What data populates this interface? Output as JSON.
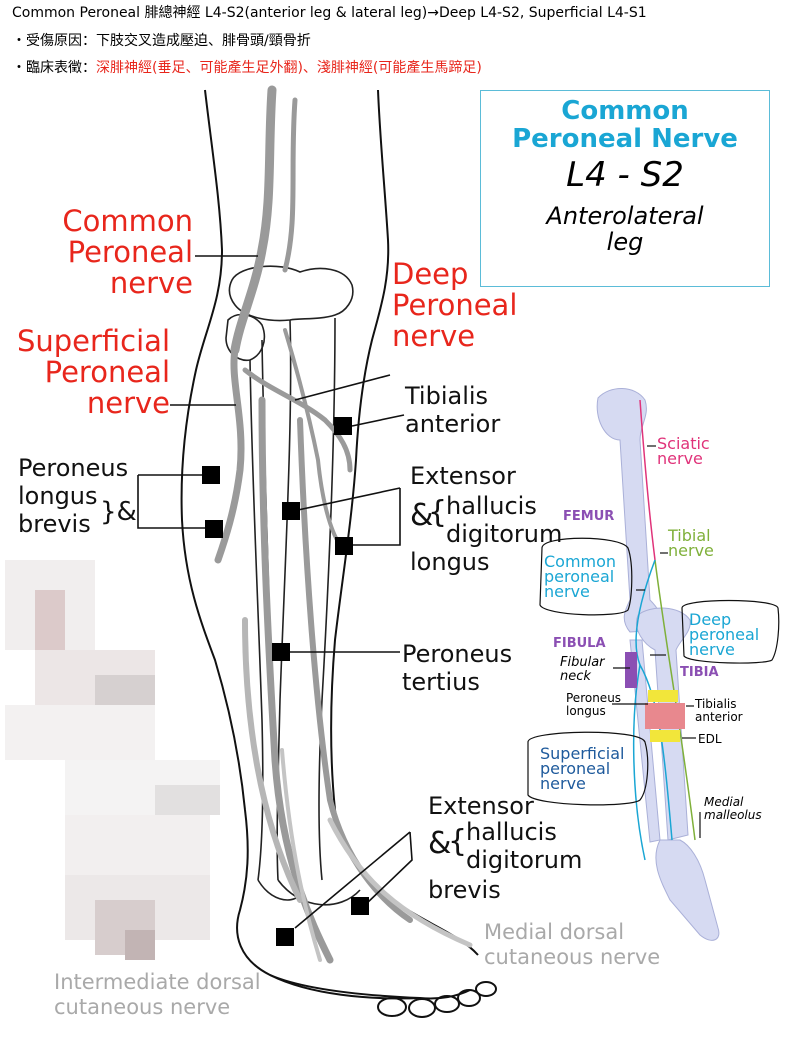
{
  "header": {
    "line1": "Common Peroneal 腓總神經 L4-S2(anterior leg & lateral leg)→Deep L4-S2, Superficial L4-S1",
    "line2": "・受傷原因：下肢交叉造成壓迫、腓骨頭/頸骨折",
    "line3_prefix": "・臨床表徵：",
    "line3_red": "深腓神經(垂足、可能產生足外翻)、淺腓神經(可能產生馬蹄足)"
  },
  "title_box": {
    "title": "Common Peroneal Nerve",
    "level": "L4 - S2",
    "region": "Anterolateral leg"
  },
  "main_labels": {
    "common_peroneal": "Common Peroneal nerve",
    "deep_peroneal": "Deep Peroneal nerve",
    "superficial_peroneal": "Superficial Peroneal nerve",
    "tibialis_anterior": "Tibialis anterior",
    "extensor_longus": "Extensor",
    "hallucis": "hallucis",
    "digitorum": "digitorum",
    "longus": "longus",
    "amp": "&",
    "brace": "{",
    "peroneus_longus_brevis": "Peroneus longus brevis",
    "peroneus_amp": "}&",
    "peroneus_tertius": "Peroneus tertius",
    "extensor_brevis_a": "Extensor",
    "hallucis_b": "hallucis",
    "digitorum_b": "digitorum",
    "brevis": "brevis",
    "medial_dorsal": "Medial dorsal cutaneous nerve",
    "intermediate_dorsal": "Intermediate dorsal cutaneous nerve"
  },
  "inset": {
    "sciatic": "Sciatic nerve",
    "femur": "FEMUR",
    "tibial": "Tibial nerve",
    "common_peroneal": "Common peroneal nerve",
    "deep_peroneal": "Deep peroneal nerve",
    "fibula": "FIBULA",
    "fibular_neck": "Fibular neck",
    "tibia": "TIBIA",
    "peroneus_longus": "Peroneus longus",
    "tibialis_anterior": "Tibialis anterior",
    "edl": "EDL",
    "superficial_peroneal": "Superficial peroneal nerve",
    "medial_malleolus": "Medial malleolus"
  },
  "colors": {
    "red": "#e8261c",
    "cyan": "#1aa6d4",
    "magenta": "#e0337a",
    "green": "#7fb03a",
    "purple": "#8b4fb3",
    "bone": "#d6daf2"
  }
}
